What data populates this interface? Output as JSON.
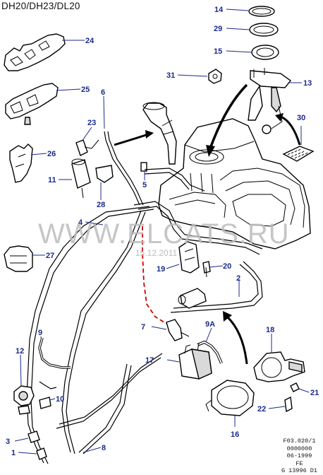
{
  "header": {
    "title": "DH20/DH23/DL20"
  },
  "watermark": {
    "text": "WWW.ELCATS.RU",
    "date": "15.12.2011"
  },
  "reference": {
    "lines": [
      "F03.020/1",
      "0000000",
      "06-1999",
      "FE",
      "G 13996 D1"
    ]
  },
  "callouts": {
    "c14": "14",
    "c29": "29",
    "c15": "15",
    "c24": "24",
    "c25": "25",
    "c6": "6",
    "c31": "31",
    "c13": "13",
    "c23": "23",
    "c30": "30",
    "c26": "26",
    "c11": "11",
    "c5": "5",
    "c28": "28",
    "c4": "4",
    "c27": "27",
    "c19": "19",
    "c20": "20",
    "c2": "2",
    "c7": "7",
    "c9A": "9A",
    "c18": "18",
    "c9": "9",
    "c12": "12",
    "c17": "17",
    "c10": "10",
    "c21": "21",
    "c22": "22",
    "c16": "16",
    "c3": "3",
    "c1": "1",
    "c8": "8"
  },
  "colors": {
    "callout": "#1a2a8a",
    "highlight": "#cc0000",
    "watermark": "#bdbdbd"
  }
}
